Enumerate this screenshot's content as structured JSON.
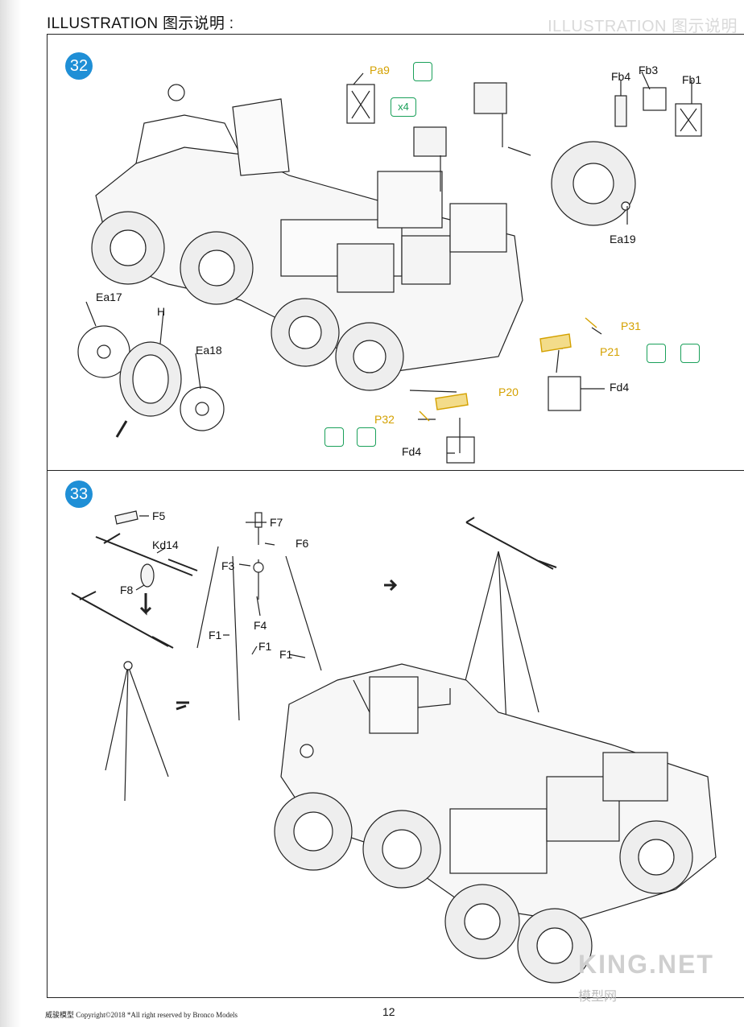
{
  "header": {
    "title": "ILLUSTRATION 图示说明 :",
    "bleed_text": "ILLUSTRATION 图示说明"
  },
  "steps": [
    {
      "number": "32",
      "labels": {
        "pa9": "Pa9",
        "x4": "x4",
        "fb4": "Fb4",
        "fb3": "Fb3",
        "fb1": "Fb1",
        "ea19": "Ea19",
        "ea17": "Ea17",
        "h": "H",
        "ea18": "Ea18",
        "p31": "P31",
        "p21": "P21",
        "fd4a": "Fd4",
        "p20": "P20",
        "p32": "P32",
        "fd4b": "Fd4"
      }
    },
    {
      "number": "33",
      "labels": {
        "f5": "F5",
        "kd14": "Kd14",
        "f8": "F8",
        "f7": "F7",
        "f6": "F6",
        "f3": "F3",
        "f4": "F4",
        "f1a": "F1",
        "f1b": "F1",
        "f1c": "F1"
      }
    }
  ],
  "footer": {
    "left": "威骏模型  Copyright©2018  *All right reserved by Bronco Models",
    "page": "12"
  },
  "watermark": {
    "text": "KING.NET",
    "sub": "模型网"
  },
  "colors": {
    "step_badge": "#1f8fd6",
    "photo_etch": "#d4a100",
    "icon_green": "#1aa05a"
  }
}
